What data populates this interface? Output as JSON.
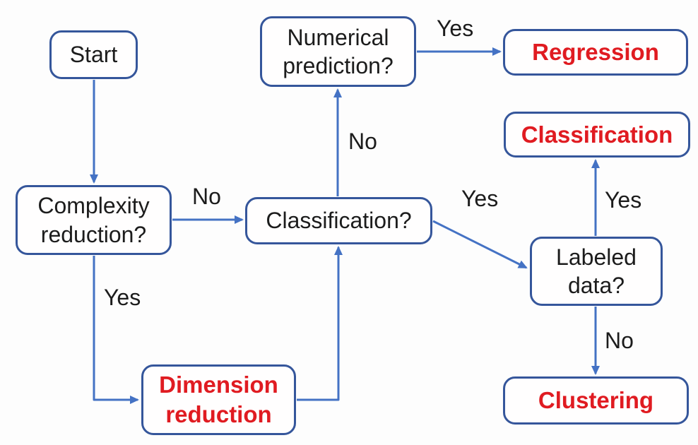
{
  "colors": {
    "box_border": "#35569b",
    "arrow": "#4472c4",
    "result_text": "#e01b21",
    "text": "#1c1c1c",
    "background": "#fdfdfd"
  },
  "nodes": {
    "start": {
      "label": "Start",
      "type": "start"
    },
    "complexity": {
      "label": "Complexity reduction?",
      "type": "decision"
    },
    "classification_q": {
      "label": "Classification?",
      "type": "decision"
    },
    "numerical": {
      "label": "Numerical prediction?",
      "type": "decision"
    },
    "labeled": {
      "label": "Labeled data?",
      "type": "decision"
    },
    "dimension": {
      "label": "Dimension reduction",
      "type": "result"
    },
    "regression": {
      "label": "Regression",
      "type": "result"
    },
    "classification_r": {
      "label": "Classification",
      "type": "result"
    },
    "clustering": {
      "label": "Clustering",
      "type": "result"
    }
  },
  "edges": {
    "start_to_complexity": {
      "from": "start",
      "to": "complexity",
      "label": ""
    },
    "complexity_to_classification_q": {
      "from": "complexity",
      "to": "classification_q",
      "label": "No"
    },
    "complexity_to_dimension": {
      "from": "complexity",
      "to": "dimension",
      "label": "Yes"
    },
    "dimension_to_classification_q": {
      "from": "dimension",
      "to": "classification_q",
      "label": ""
    },
    "classification_q_to_numerical": {
      "from": "classification_q",
      "to": "numerical",
      "label": "No"
    },
    "numerical_to_regression": {
      "from": "numerical",
      "to": "regression",
      "label": "Yes"
    },
    "classification_q_to_labeled": {
      "from": "classification_q",
      "to": "labeled",
      "label": "Yes"
    },
    "labeled_to_classification_r": {
      "from": "labeled",
      "to": "classification_r",
      "label": "Yes"
    },
    "labeled_to_clustering": {
      "from": "labeled",
      "to": "clustering",
      "label": "No"
    }
  }
}
